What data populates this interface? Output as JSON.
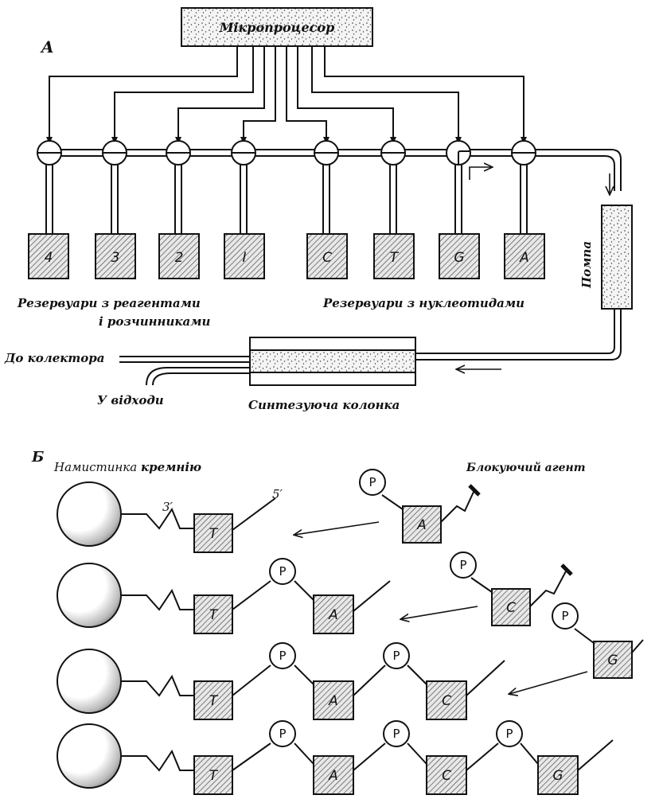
{
  "section_a": {
    "label": "A",
    "microprocessor": "Мікропроцесор",
    "reservoirs": [
      "4",
      "3",
      "2",
      "I",
      "C",
      "T",
      "G",
      "A"
    ],
    "reagents_caption_line1": "Резервуари з реагентами",
    "reagents_caption_line2": "і розчинниками",
    "nucleotides_caption": "Резервуари з нуклеотидами",
    "pump": "Помпа",
    "to_collector": "До колектора",
    "to_waste": "У відходи",
    "column": "Синтезуюча колонка"
  },
  "section_b": {
    "label": "Б",
    "bead_caption_plain": "Намистинка ",
    "bead_caption_bold": "кремнію",
    "blocking_agent": "Блокуючий агент",
    "end_3": "3′",
    "end_5": "5′",
    "phosphate": "P",
    "rows": [
      [
        "T"
      ],
      [
        "T",
        "A"
      ],
      [
        "T",
        "A",
        "C"
      ],
      [
        "T",
        "A",
        "C",
        "G"
      ]
    ],
    "incoming": [
      "A",
      "C",
      "G"
    ]
  }
}
